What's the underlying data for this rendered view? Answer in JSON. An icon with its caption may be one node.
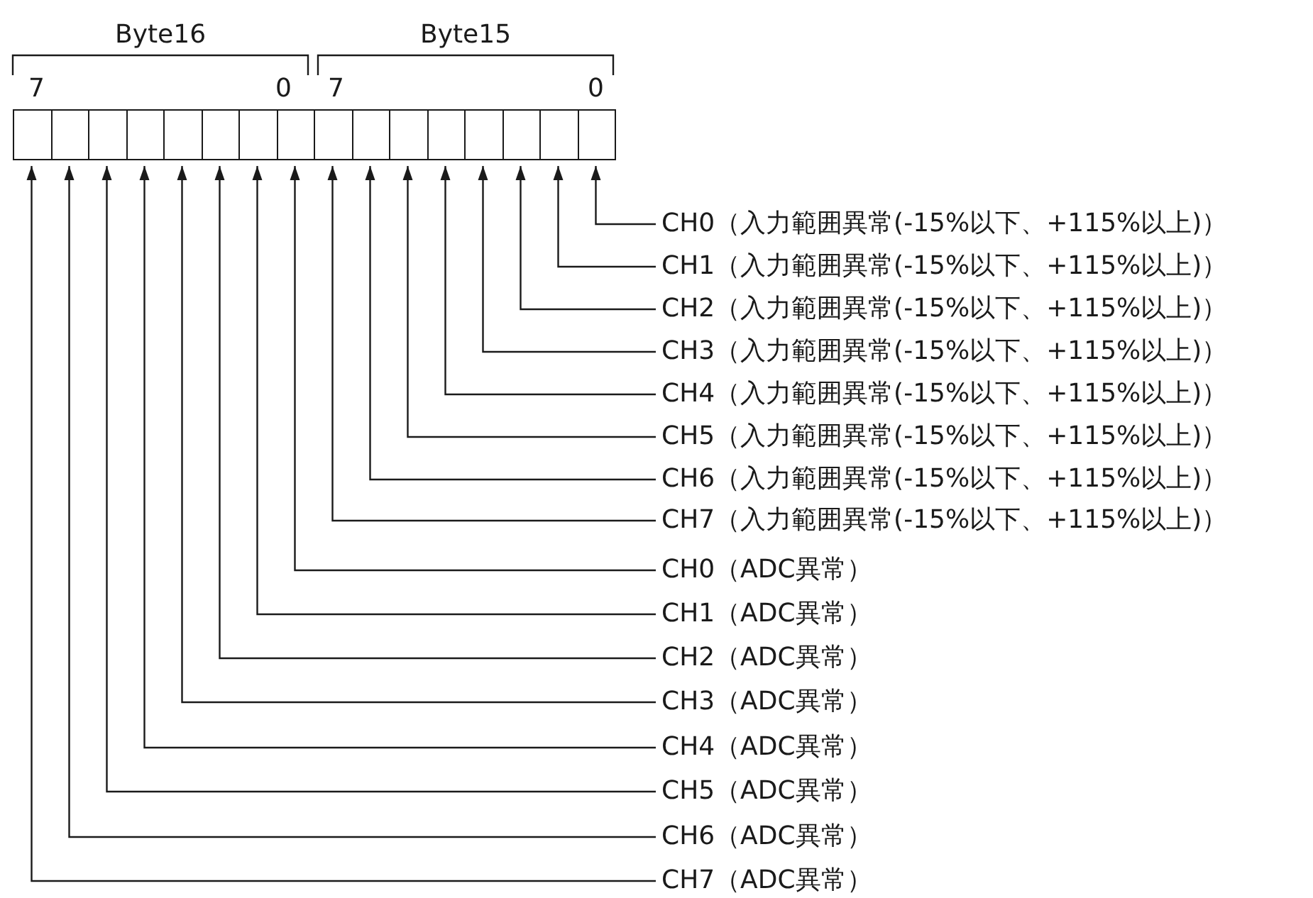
{
  "diagram": {
    "nodes": [
      {
        "text": [],
        "shape": "box"
      },
      {
        "text": [],
        "shape": "box"
      },
      {
        "text": [],
        "shape": "box"
      },
      {
        "text": [],
        "shape": "box"
      },
      {
        "text": [],
        "shape": "box"
      },
      {
        "text": [],
        "shape": "box"
      },
      {
        "text": [],
        "shape": "box"
      },
      {
        "text": [],
        "shape": "box"
      },
      {
        "text": [],
        "shape": "box"
      },
      {
        "text": [],
        "shape": "box"
      },
      {
        "text": [],
        "shape": "box"
      },
      {
        "text": [],
        "shape": "box"
      },
      {
        "text": [],
        "shape": "box"
      },
      {
        "text": [],
        "shape": "box"
      },
      {
        "text": [],
        "shape": "box"
      },
      {
        "text": [],
        "shape": "box"
      },
      {
        "text": [
          "CH0（入力範囲異常(-15%以下、+115%以上)）"
        ]
      },
      {
        "text": [
          "CH1（入力範囲異常(-15%以下、+115%以上)）"
        ]
      },
      {
        "text": [
          "CH2（入力範囲異常(-15%以下、+115%以上)）"
        ]
      },
      {
        "text": [
          "CH3（入力範囲異常(-15%以下、+115%以上)）"
        ]
      },
      {
        "text": [
          "CH4（入力範囲異常(-15%以下、+115%以上)）"
        ]
      },
      {
        "text": [
          "CH5（入力範囲異常(-15%以下、+115%以上)）"
        ]
      },
      {
        "text": [
          "CH6（入力範囲異常(-15%以下、+115%以上)）"
        ]
      },
      {
        "text": [
          "CH7（入力範囲異常(-15%以下、+115%以上)）"
        ]
      },
      {
        "text": [
          "CH0（ADC異常）"
        ]
      },
      {
        "text": [
          "CH1（ADC異常）"
        ]
      },
      {
        "text": [
          "CH2（ADC異常）"
        ]
      },
      {
        "text": [
          "CH3（ADC異常）"
        ]
      },
      {
        "text": [
          "CH4（ADC異常）"
        ]
      },
      {
        "text": [
          "CH5（ADC異常）"
        ]
      },
      {
        "text": [
          "CH6（ADC異常）"
        ]
      },
      {
        "text": [
          "CH7（ADC異常）"
        ]
      }
    ],
    "edges": [
      {
        "from": 16,
        "to": 15,
        "arrow": "to"
      },
      {
        "from": 17,
        "to": 14,
        "arrow": "to"
      },
      {
        "from": 18,
        "to": 13,
        "arrow": "to"
      },
      {
        "from": 19,
        "to": 12,
        "arrow": "to"
      },
      {
        "from": 20,
        "to": 11,
        "arrow": "to"
      },
      {
        "from": 21,
        "to": 10,
        "arrow": "to"
      },
      {
        "from": 22,
        "to": 9,
        "arrow": "to"
      },
      {
        "from": 23,
        "to": 8,
        "arrow": "to"
      },
      {
        "from": 24,
        "to": 7,
        "arrow": "to"
      },
      {
        "from": 25,
        "to": 6,
        "arrow": "to"
      },
      {
        "from": 26,
        "to": 5,
        "arrow": "to"
      },
      {
        "from": 27,
        "to": 4,
        "arrow": "to"
      },
      {
        "from": 28,
        "to": 3,
        "arrow": "to"
      },
      {
        "from": 29,
        "to": 2,
        "arrow": "to"
      },
      {
        "from": 30,
        "to": 1,
        "arrow": "to"
      },
      {
        "from": 31,
        "to": 0,
        "arrow": "to"
      }
    ],
    "labels": [
      "Byte16",
      "Byte15",
      "7",
      "0",
      "7",
      "0"
    ]
  }
}
